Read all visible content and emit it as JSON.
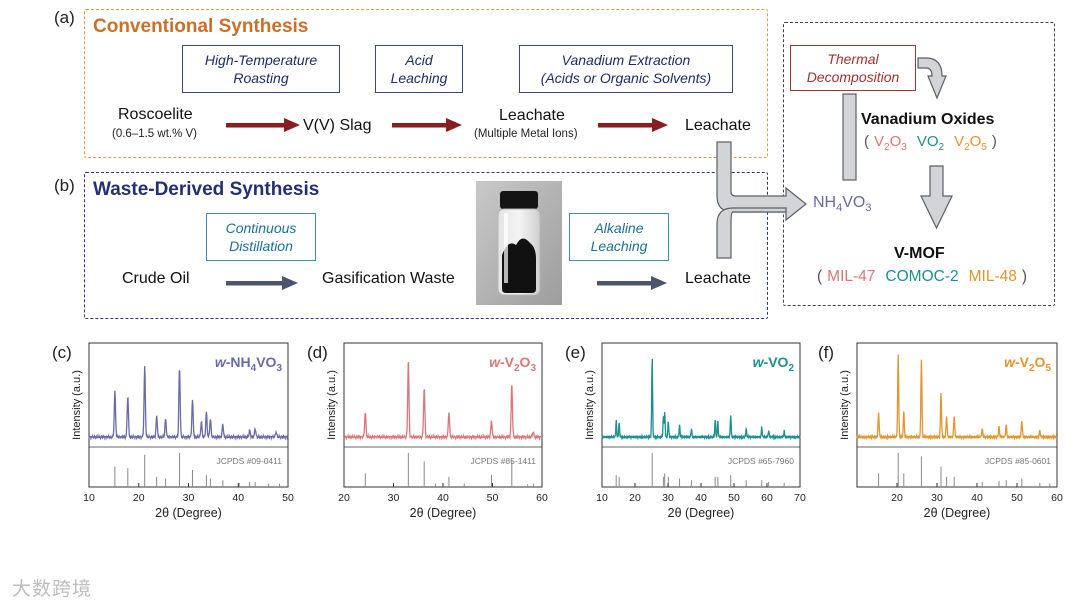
{
  "panels": {
    "a": "(a)",
    "b": "(b)",
    "c": "(c)",
    "d": "(d)",
    "e": "(e)",
    "f": "(f)"
  },
  "conventional": {
    "title": "Conventional Synthesis",
    "steps": {
      "roasting": "High-Temperature\nRoasting",
      "acid": "Acid\nLeaching",
      "extraction": "Vanadium Extraction\n(Acids or Organic Solvents)"
    },
    "nodes": {
      "roscoelite": "Roscoelite",
      "roscoelite_note": "(0.6–1.5 wt.% V)",
      "slag": "V(V) Slag",
      "leachate1": "Leachate",
      "leachate1_note": "(Multiple Metal Ions)",
      "leachate2": "Leachate"
    }
  },
  "waste": {
    "title": "Waste-Derived Synthesis",
    "steps": {
      "distillation": "Continuous\nDistillation",
      "alkaline": "Alkaline\nLeaching"
    },
    "nodes": {
      "crude": "Crude Oil",
      "gasification": "Gasification Waste",
      "leachate": "Leachate"
    }
  },
  "products": {
    "thermal": "Thermal\nDecomposition",
    "nh4vo3_pre": "NH",
    "nh4vo3_sub": "4",
    "nh4vo3_post": "VO",
    "nh4vo3_sub2": "3",
    "oxides_title": "Vanadium Oxides",
    "oxides": [
      {
        "base": "V",
        "sub1": "2",
        "mid": "O",
        "sub2": "3",
        "color": "#d9777a"
      },
      {
        "base": "VO",
        "sub1": "2",
        "mid": "",
        "sub2": "",
        "color": "#1d8f8f"
      },
      {
        "base": "V",
        "sub1": "2",
        "mid": "O",
        "sub2": "5",
        "color": "#e0962f"
      }
    ],
    "mof_title": "V-MOF",
    "mofs": [
      {
        "name": "MIL-47",
        "color": "#d9777a"
      },
      {
        "name": "COMOC-2",
        "color": "#1d8f8f"
      },
      {
        "name": "MIL-48",
        "color": "#e0962f"
      }
    ],
    "paren_open": "(",
    "paren_close": ")"
  },
  "colors": {
    "conventional": "#e59a46",
    "waste": "#2c3a78",
    "red_arrow": "#8a1d1d",
    "slate_arrow": "#4c5470",
    "gray_arrow": "#d2d4d8"
  },
  "chart_data": [
    {
      "type": "line",
      "title": "w-NH4VO3",
      "color": "#6a6aa8",
      "xlabel": "2θ (Degree)",
      "ylabel": "Intensity (a.u.)",
      "xlim": [
        10,
        50
      ],
      "xticks": [
        10,
        20,
        30,
        40,
        50
      ],
      "reference": "JCPDS #09-0411",
      "peaks": [
        [
          15.2,
          0.55
        ],
        [
          17.8,
          0.5
        ],
        [
          21.2,
          0.85
        ],
        [
          23.6,
          0.25
        ],
        [
          25.4,
          0.22
        ],
        [
          28.2,
          0.85
        ],
        [
          30.8,
          0.45
        ],
        [
          32.6,
          0.18
        ],
        [
          33.6,
          0.3
        ],
        [
          34.4,
          0.22
        ],
        [
          36.9,
          0.15
        ],
        [
          42.3,
          0.08
        ],
        [
          43.4,
          0.1
        ],
        [
          47.6,
          0.06
        ]
      ],
      "ref_lines": [
        [
          15.2,
          0.6
        ],
        [
          17.8,
          0.55
        ],
        [
          21.2,
          0.95
        ],
        [
          23.6,
          0.3
        ],
        [
          25.4,
          0.25
        ],
        [
          28.2,
          1.0
        ],
        [
          30.8,
          0.5
        ],
        [
          33.6,
          0.35
        ],
        [
          34.4,
          0.25
        ],
        [
          36.9,
          0.2
        ],
        [
          40.2,
          0.12
        ],
        [
          42.3,
          0.15
        ],
        [
          43.4,
          0.15
        ],
        [
          46.1,
          0.1
        ],
        [
          48.3,
          0.1
        ]
      ]
    },
    {
      "type": "line",
      "title": "w-V2O3",
      "color": "#d9777a",
      "xlabel": "2θ (Degree)",
      "ylabel": "Intensity (a.u.)",
      "xlim": [
        20,
        60
      ],
      "xticks": [
        20,
        30,
        40,
        50,
        60
      ],
      "reference": "JCPDS #85-1411",
      "peaks": [
        [
          24.3,
          0.3
        ],
        [
          33.0,
          0.95
        ],
        [
          36.2,
          0.6
        ],
        [
          41.2,
          0.3
        ],
        [
          49.8,
          0.2
        ],
        [
          53.9,
          0.65
        ],
        [
          58.2,
          0.06
        ]
      ],
      "ref_lines": [
        [
          24.3,
          0.4
        ],
        [
          33.0,
          1.0
        ],
        [
          36.2,
          0.75
        ],
        [
          38.5,
          0.1
        ],
        [
          41.2,
          0.3
        ],
        [
          44.3,
          0.1
        ],
        [
          49.8,
          0.35
        ],
        [
          53.9,
          0.8
        ],
        [
          57.1,
          0.08
        ],
        [
          58.3,
          0.1
        ]
      ]
    },
    {
      "type": "line",
      "title": "w-VO2",
      "color": "#1d8f8f",
      "xlabel": "2θ (Degree)",
      "ylabel": "Intensity (a.u.)",
      "xlim": [
        10,
        70
      ],
      "xticks": [
        10,
        20,
        30,
        40,
        50,
        60,
        70
      ],
      "reference": "JCPDS #65-7960",
      "peaks": [
        [
          14.3,
          0.2
        ],
        [
          15.2,
          0.18
        ],
        [
          25.2,
          1.0
        ],
        [
          28.6,
          0.25
        ],
        [
          29.0,
          0.3
        ],
        [
          30.1,
          0.2
        ],
        [
          33.5,
          0.15
        ],
        [
          37.1,
          0.1
        ],
        [
          44.3,
          0.22
        ],
        [
          45.1,
          0.2
        ],
        [
          49.0,
          0.28
        ],
        [
          53.7,
          0.1
        ],
        [
          58.4,
          0.12
        ],
        [
          60.5,
          0.08
        ],
        [
          65.2,
          0.07
        ]
      ],
      "ref_lines": [
        [
          14.3,
          0.35
        ],
        [
          15.2,
          0.3
        ],
        [
          25.2,
          1.0
        ],
        [
          28.6,
          0.3
        ],
        [
          29.0,
          0.4
        ],
        [
          30.1,
          0.3
        ],
        [
          33.5,
          0.25
        ],
        [
          37.1,
          0.2
        ],
        [
          44.3,
          0.3
        ],
        [
          45.1,
          0.3
        ],
        [
          49.0,
          0.35
        ],
        [
          53.7,
          0.2
        ],
        [
          58.4,
          0.2
        ],
        [
          60.5,
          0.15
        ],
        [
          65.2,
          0.12
        ]
      ]
    },
    {
      "type": "line",
      "title": "w-V2O5",
      "color": "#e0962f",
      "xlabel": "2θ (Degree)",
      "ylabel": "Intensity (a.u.)",
      "xlim": [
        10,
        60
      ],
      "xticks": [
        20,
        30,
        40,
        50,
        60
      ],
      "reference": "JCPDS #85-0601",
      "peaks": [
        [
          15.4,
          0.3
        ],
        [
          20.3,
          1.0
        ],
        [
          21.7,
          0.3
        ],
        [
          26.1,
          0.95
        ],
        [
          31.0,
          0.55
        ],
        [
          32.4,
          0.25
        ],
        [
          34.3,
          0.25
        ],
        [
          41.3,
          0.1
        ],
        [
          45.5,
          0.12
        ],
        [
          47.3,
          0.15
        ],
        [
          51.2,
          0.2
        ],
        [
          55.7,
          0.08
        ]
      ],
      "ref_lines": [
        [
          15.4,
          0.4
        ],
        [
          20.3,
          1.0
        ],
        [
          21.7,
          0.4
        ],
        [
          26.1,
          0.9
        ],
        [
          31.0,
          0.6
        ],
        [
          32.4,
          0.3
        ],
        [
          34.3,
          0.3
        ],
        [
          41.3,
          0.15
        ],
        [
          45.5,
          0.18
        ],
        [
          47.3,
          0.2
        ],
        [
          51.2,
          0.25
        ],
        [
          55.7,
          0.12
        ],
        [
          58.2,
          0.1
        ]
      ]
    }
  ],
  "watermark": "大数跨境"
}
